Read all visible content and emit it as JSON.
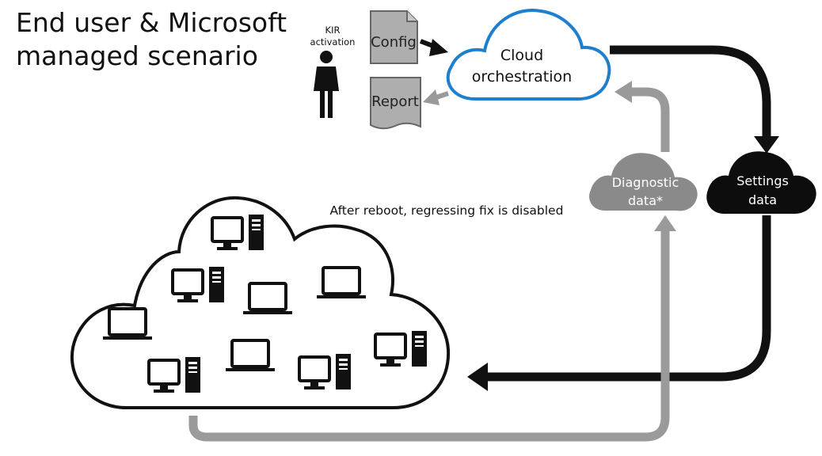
{
  "title": {
    "line1": "End user & Microsoft",
    "line2": "managed scenario"
  },
  "user": {
    "label_line1": "KIR",
    "label_line2": "activation",
    "icon": "person-icon"
  },
  "documents": {
    "config": "Config",
    "report": "Report"
  },
  "cloud_orchestration": {
    "line1": "Cloud",
    "line2": "orchestration"
  },
  "diagnostic_data": {
    "line1": "Diagnostic",
    "line2": "data*"
  },
  "settings_data": {
    "line1": "Settings",
    "line2": "data"
  },
  "caption": "After reboot, regressing fix is disabled",
  "devices": {
    "desktop_icon": "desktop-computer-icon",
    "laptop_icon": "laptop-icon"
  },
  "colors": {
    "cloud_outline": "#1f7fcf",
    "settings_flow": "#111111",
    "diagnostic_flow": "#9a9a9a",
    "document_fill": "#aeaeae"
  }
}
